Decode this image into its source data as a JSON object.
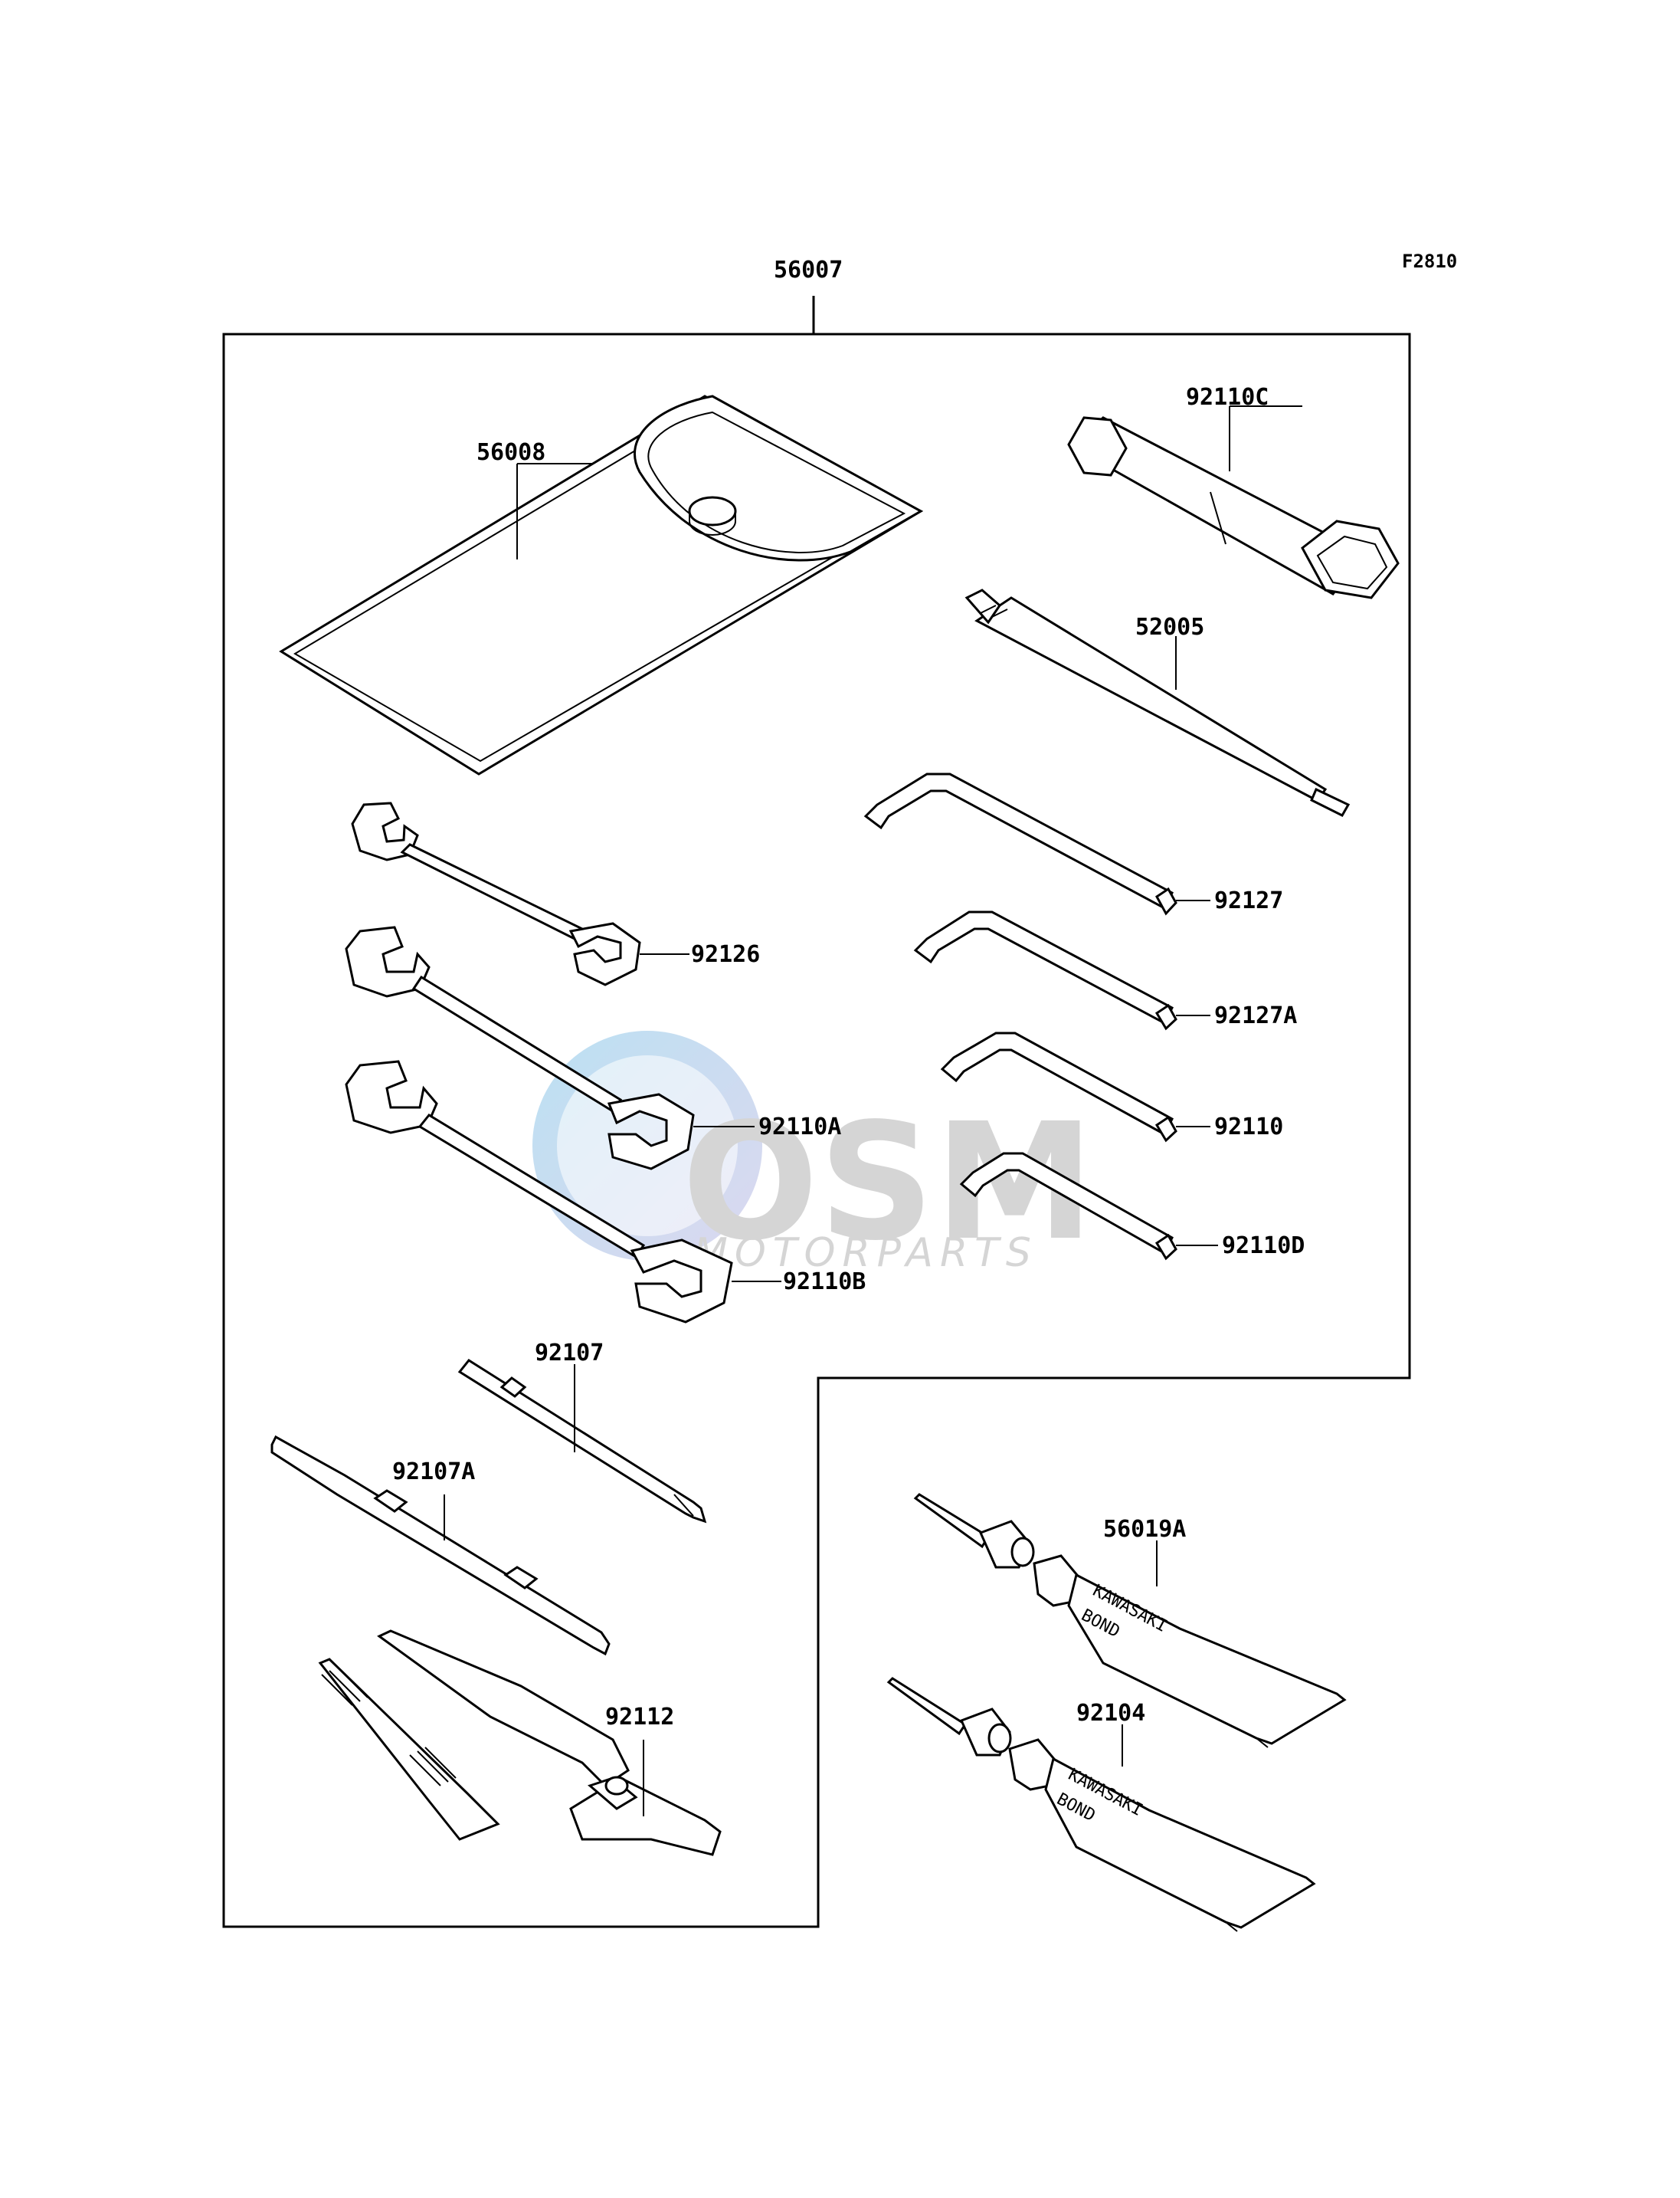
{
  "figure_code": "F2810",
  "parts": {
    "kit": "56007",
    "bag": "56008",
    "plug_wrench": "92110C",
    "extension_tool": "52005",
    "wrench_1": "92126",
    "wrench_2": "92110A",
    "wrench_3": "92110B",
    "hex_key_1": "92127",
    "hex_key_2": "92127A",
    "hex_key_3": "92110",
    "hex_key_4": "92110D",
    "screwdriver_phillips": "92107",
    "screwdriver_combo": "92107A",
    "pliers": "92112",
    "bond_tube_1": "56019A",
    "bond_tube_2": "92104"
  },
  "tube_text": {
    "brand": "KAWASAKI",
    "product": "BOND"
  },
  "watermark": {
    "logo": "OSM",
    "tagline": "MOTORPARTS",
    "colors": {
      "globe_blue": "#5ab4e0",
      "globe_purple": "#a99fd8",
      "logo_gray": "#b4b4b4"
    }
  }
}
